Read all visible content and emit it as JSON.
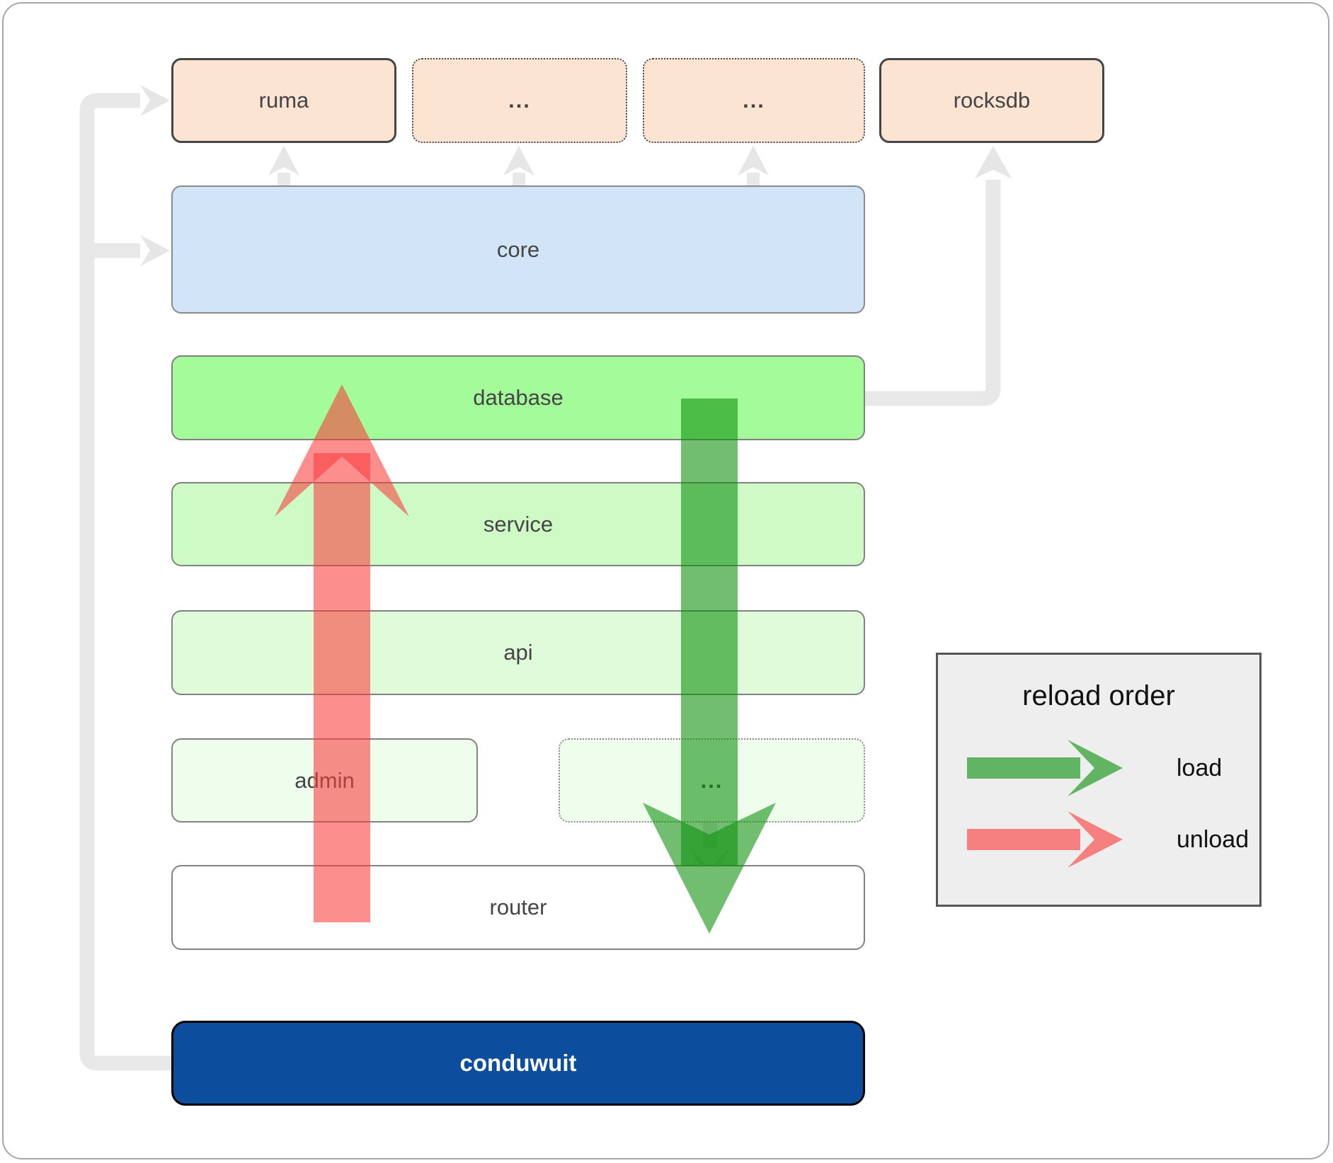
{
  "nodes": {
    "ruma": "ruma",
    "ellipsis_top_1": "...",
    "ellipsis_top_2": "...",
    "rocksdb": "rocksdb",
    "core": "core",
    "database": "database",
    "service": "service",
    "api": "api",
    "admin": "admin",
    "ellipsis_admin": "...",
    "router": "router",
    "conduwuit": "conduwuit"
  },
  "legend": {
    "title": "reload order",
    "load_label": "load",
    "unload_label": "unload"
  },
  "colors": {
    "load_arrow": "#0a8f0a",
    "unload_arrow": "#fa3c3c",
    "connector": "#e8e8e8",
    "node_peach": "#fce4d3",
    "node_blue": "#d2e4f8",
    "node_green_bright": "#a4fb9a",
    "node_green_light": "#cdfac5",
    "node_green_lighter": "#dffbd9",
    "node_green_faint": "#eefdec",
    "node_white": "#ffffff",
    "node_dark_blue": "#0c4d9e",
    "legend_bg": "#eeeeee"
  }
}
